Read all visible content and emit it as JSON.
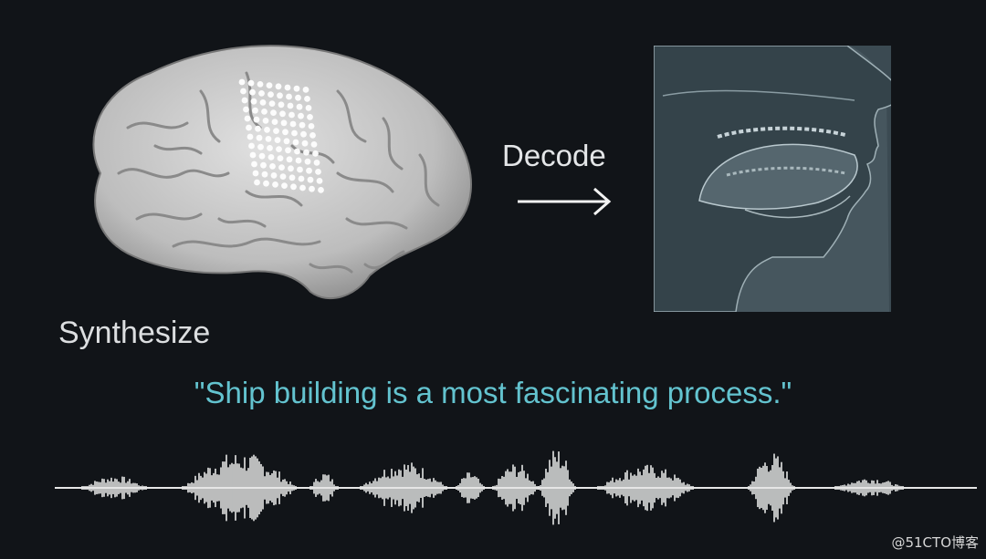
{
  "labels": {
    "decode": "Decode",
    "synthesize": "Synthesize",
    "sentence": "\"Ship building is a most fascinating process.\"",
    "watermark": "@51CTO博客"
  },
  "colors": {
    "background": "#111418",
    "sentence": "#63c3cf",
    "brain": "#c9caca",
    "vocal_panel": "#3b4a52",
    "waveform": "#e6e6e6"
  },
  "icons": {
    "arrow": "arrow-right-icon",
    "brain": "brain-with-electrode-grid",
    "vocal_tract": "vocal-tract-illustration",
    "waveform": "audio-waveform"
  }
}
